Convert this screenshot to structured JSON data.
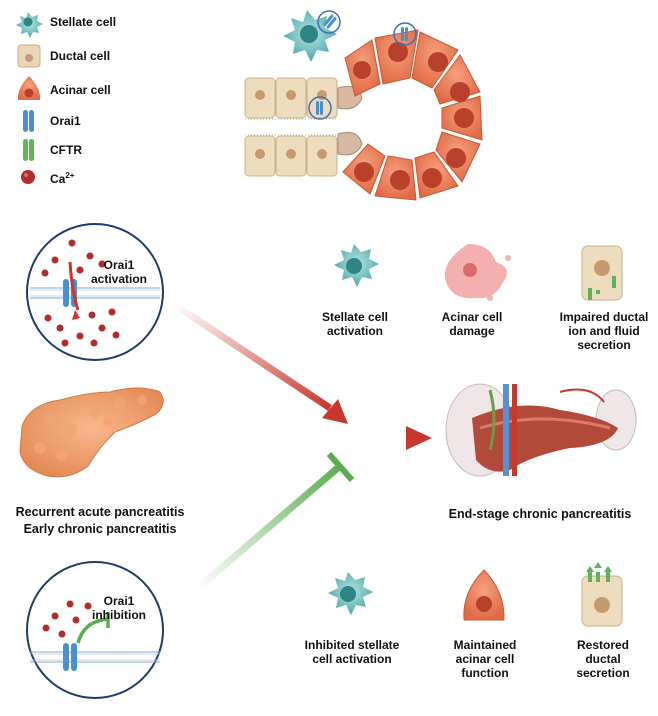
{
  "legend": {
    "stellate": "Stellate cell",
    "ductal": "Ductal cell",
    "acinar": "Acinar cell",
    "orai1": "Orai1",
    "cftr": "CFTR",
    "ca": "Ca",
    "ca_sup": "2+"
  },
  "activation_label": [
    "Orai1",
    "activation"
  ],
  "inhibition_label": [
    "Orai1",
    "inhibition"
  ],
  "outcomes_top": [
    [
      "Stellate cell",
      "activation"
    ],
    [
      "Acinar cell",
      "damage"
    ],
    [
      "Impaired ductal",
      "ion and fluid",
      "secretion"
    ]
  ],
  "outcomes_bottom": [
    [
      "Inhibited stellate",
      "cell activation"
    ],
    [
      "Maintained",
      "acinar cell",
      "function"
    ],
    [
      "Restored",
      "ductal",
      "secretion"
    ]
  ],
  "left_caption": [
    "Recurrent acute pancreatitis",
    "Early chronic pancreatitis"
  ],
  "right_caption": "End-stage chronic pancreatitis",
  "colors": {
    "stellate": "#5fb7b7",
    "ductal": "#e9d6b6",
    "acinar": "#ec7a52",
    "orai1": "#4a8fd0",
    "cftr": "#5fb35a",
    "ca": "#b52a2a",
    "activation_arrow": "#c8372d",
    "inhibition_arrow": "#5aad4e"
  }
}
